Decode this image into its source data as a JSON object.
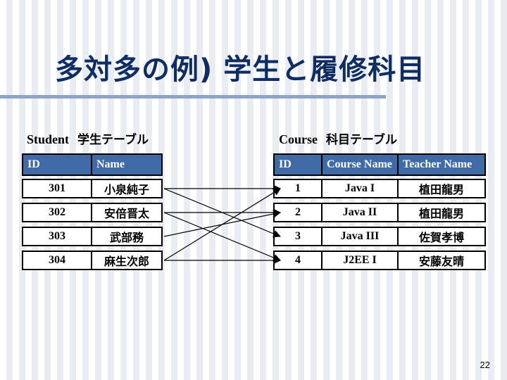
{
  "slide": {
    "title": "多対多の例) 学生と履修科目",
    "page_number": "22"
  },
  "student_table": {
    "caption_en": "Student",
    "caption_jp": "学生テーブル",
    "headers": {
      "id": "ID",
      "name": "Name"
    },
    "rows": [
      {
        "id": "301",
        "name": "小泉純子"
      },
      {
        "id": "302",
        "name": "安倍晋太"
      },
      {
        "id": "303",
        "name": "武部務"
      },
      {
        "id": "304",
        "name": "麻生次郎"
      }
    ]
  },
  "course_table": {
    "caption_en": "Course",
    "caption_jp": "科目テーブル",
    "headers": {
      "id": "ID",
      "course": "Course Name",
      "teacher": "Teacher Name"
    },
    "rows": [
      {
        "id": "1",
        "course": "Java I",
        "teacher": "植田龍男"
      },
      {
        "id": "2",
        "course": "Java II",
        "teacher": "植田龍男"
      },
      {
        "id": "3",
        "course": "Java III",
        "teacher": "佐賀孝博"
      },
      {
        "id": "4",
        "course": "J2EE I",
        "teacher": "安藤友晴"
      }
    ]
  },
  "enrollments": [
    {
      "student": "301",
      "course": "1"
    },
    {
      "student": "301",
      "course": "3"
    },
    {
      "student": "302",
      "course": "2"
    },
    {
      "student": "302",
      "course": "4"
    },
    {
      "student": "303",
      "course": "2"
    },
    {
      "student": "304",
      "course": "1"
    },
    {
      "student": "304",
      "course": "4"
    }
  ],
  "colors": {
    "title": "#0f2d63",
    "header_fill": "#3f6aa5",
    "header_text": "#ffffff",
    "rule": "#8ea4c8"
  }
}
